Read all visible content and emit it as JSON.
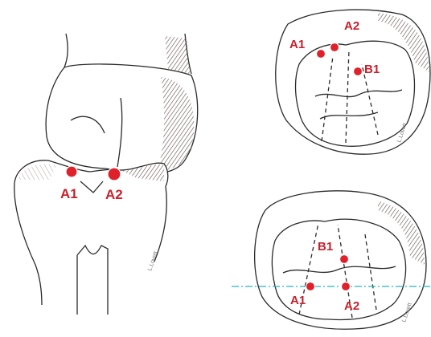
{
  "colors": {
    "marker": "#e0202a",
    "label": "#c8202c",
    "ink": "#2a2a2a",
    "shade": "#6b5a52",
    "guide": "#27b3c2"
  },
  "left_view": {
    "labels": [
      "A1",
      "A2"
    ]
  },
  "top_right_view": {
    "labels": [
      "A1",
      "A2",
      "B1"
    ]
  },
  "bottom_right_view": {
    "labels": [
      "B1",
      "A1",
      "A2"
    ]
  },
  "signature": "L.Lovett"
}
